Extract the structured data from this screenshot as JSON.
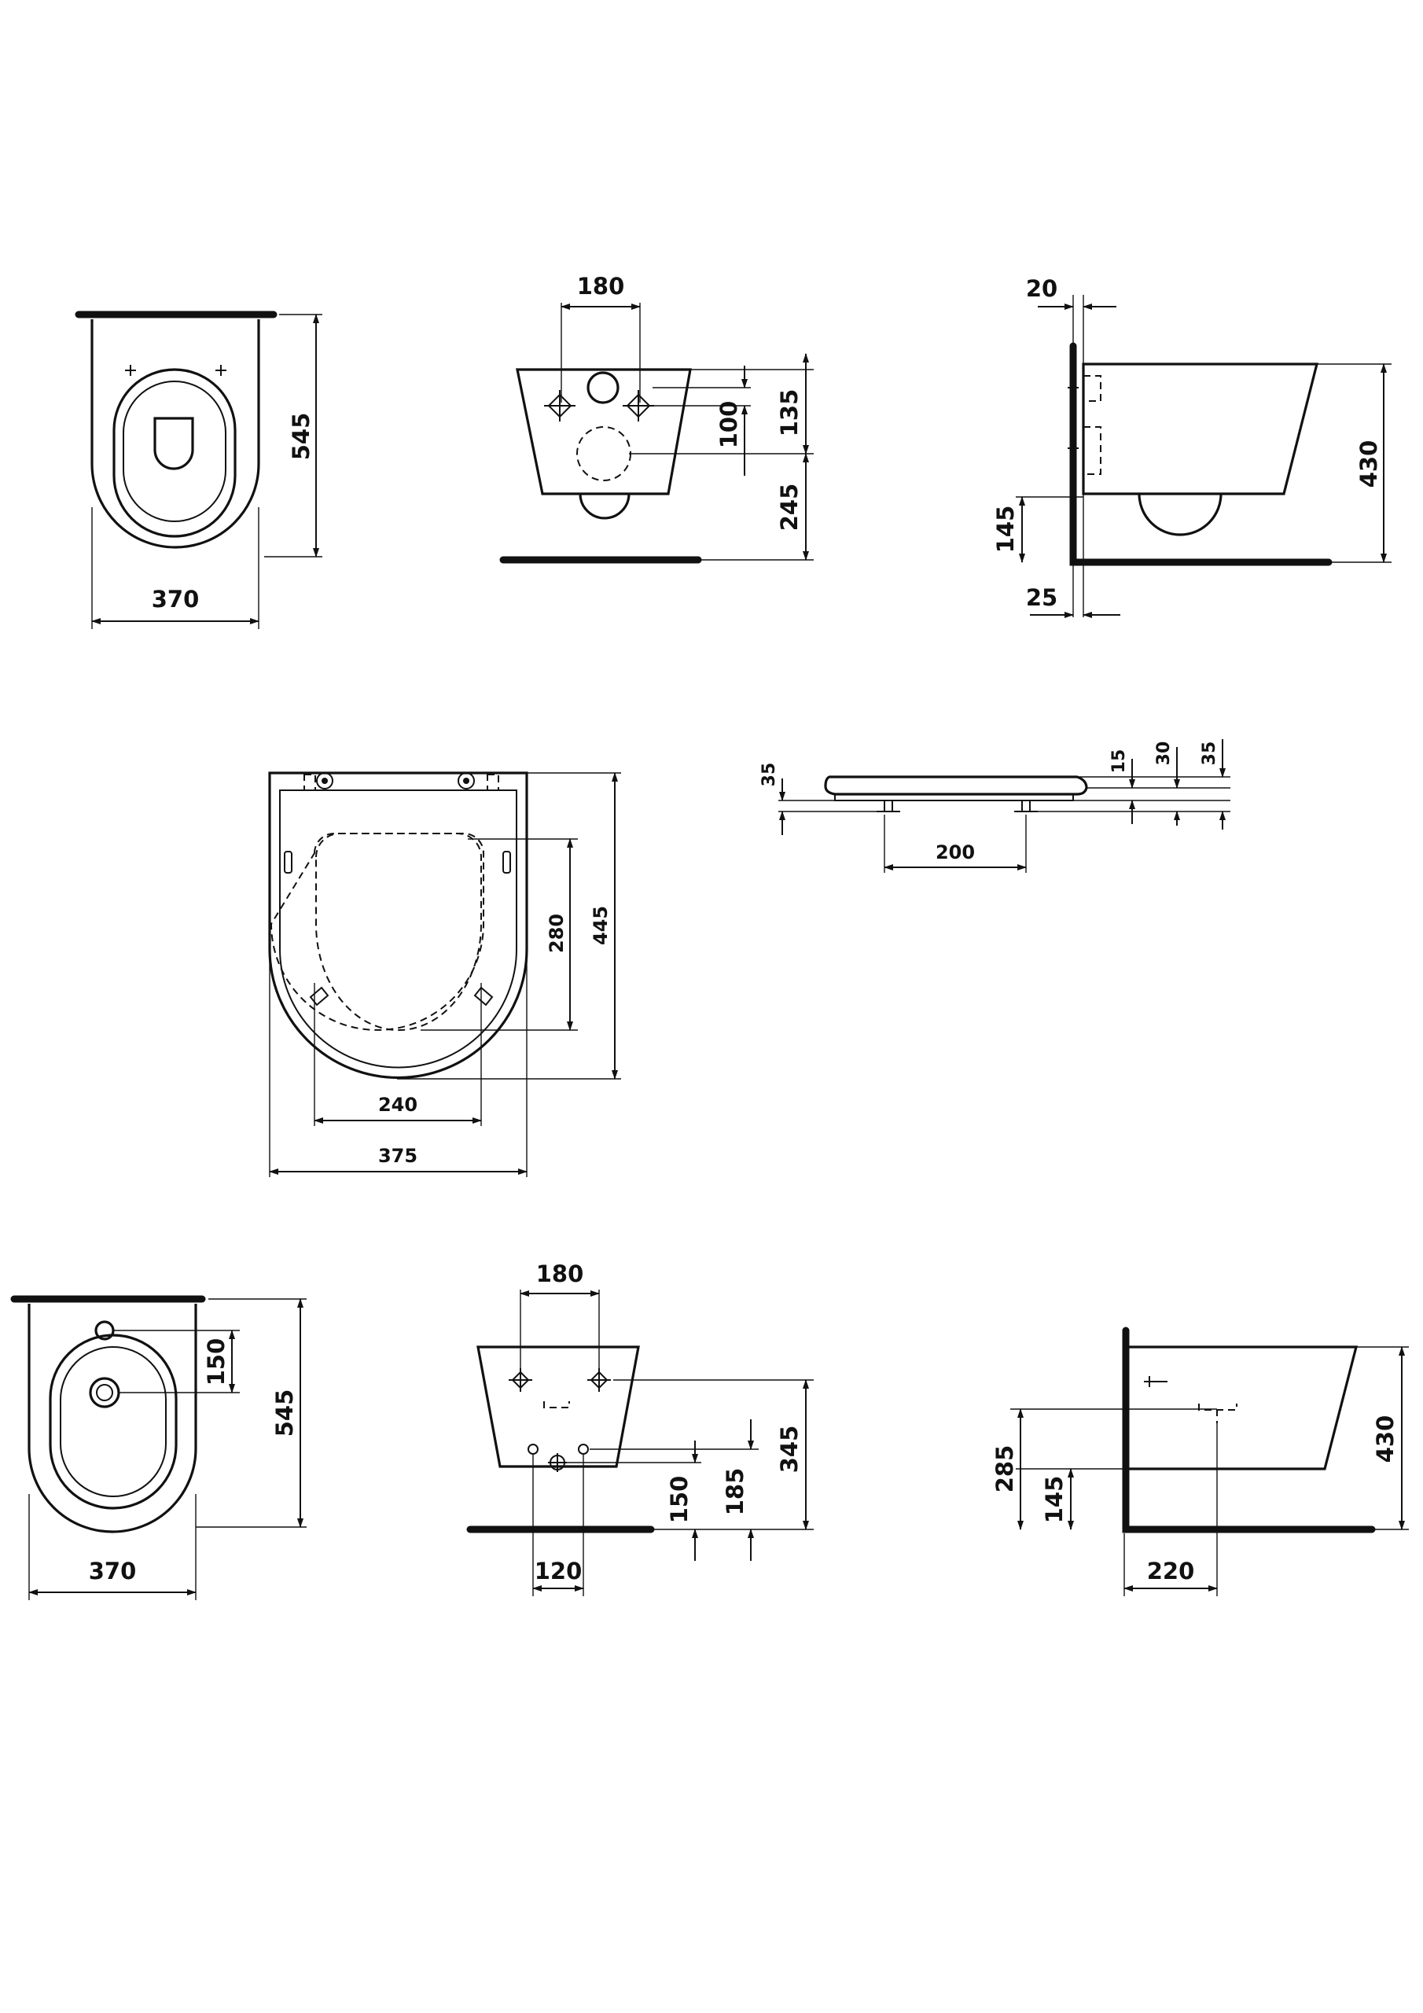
{
  "drawing_sheet": {
    "toilet": {
      "top_view": {
        "depth": "545",
        "width": "370"
      },
      "front_view": {
        "fixing_spacing": "180",
        "inlet_to_fixing": "100",
        "top_to_fixing": "135",
        "fixing_to_floor": "245"
      },
      "side_view": {
        "top_offset": "20",
        "height": "430",
        "waste_height": "145",
        "bottom_offset": "25"
      }
    },
    "seat": {
      "plan": {
        "overall_depth": "445",
        "opening_depth": "280",
        "opening_width": "240",
        "overall_width": "375"
      },
      "profile": {
        "buffer": "35",
        "lid": "15",
        "seat": "30",
        "total": "35",
        "hinge_spacing": "200"
      }
    },
    "bidet": {
      "top_view": {
        "tap_hole": "150",
        "depth": "545",
        "width": "370"
      },
      "front_view": {
        "fixing_spacing": "180",
        "fixing_height": "345",
        "supply_height": "185",
        "waste_height": "150",
        "waste_spacing": "120"
      },
      "side_view": {
        "supply_height": "285",
        "waste_height": "145",
        "height": "430",
        "projection": "220"
      }
    }
  }
}
